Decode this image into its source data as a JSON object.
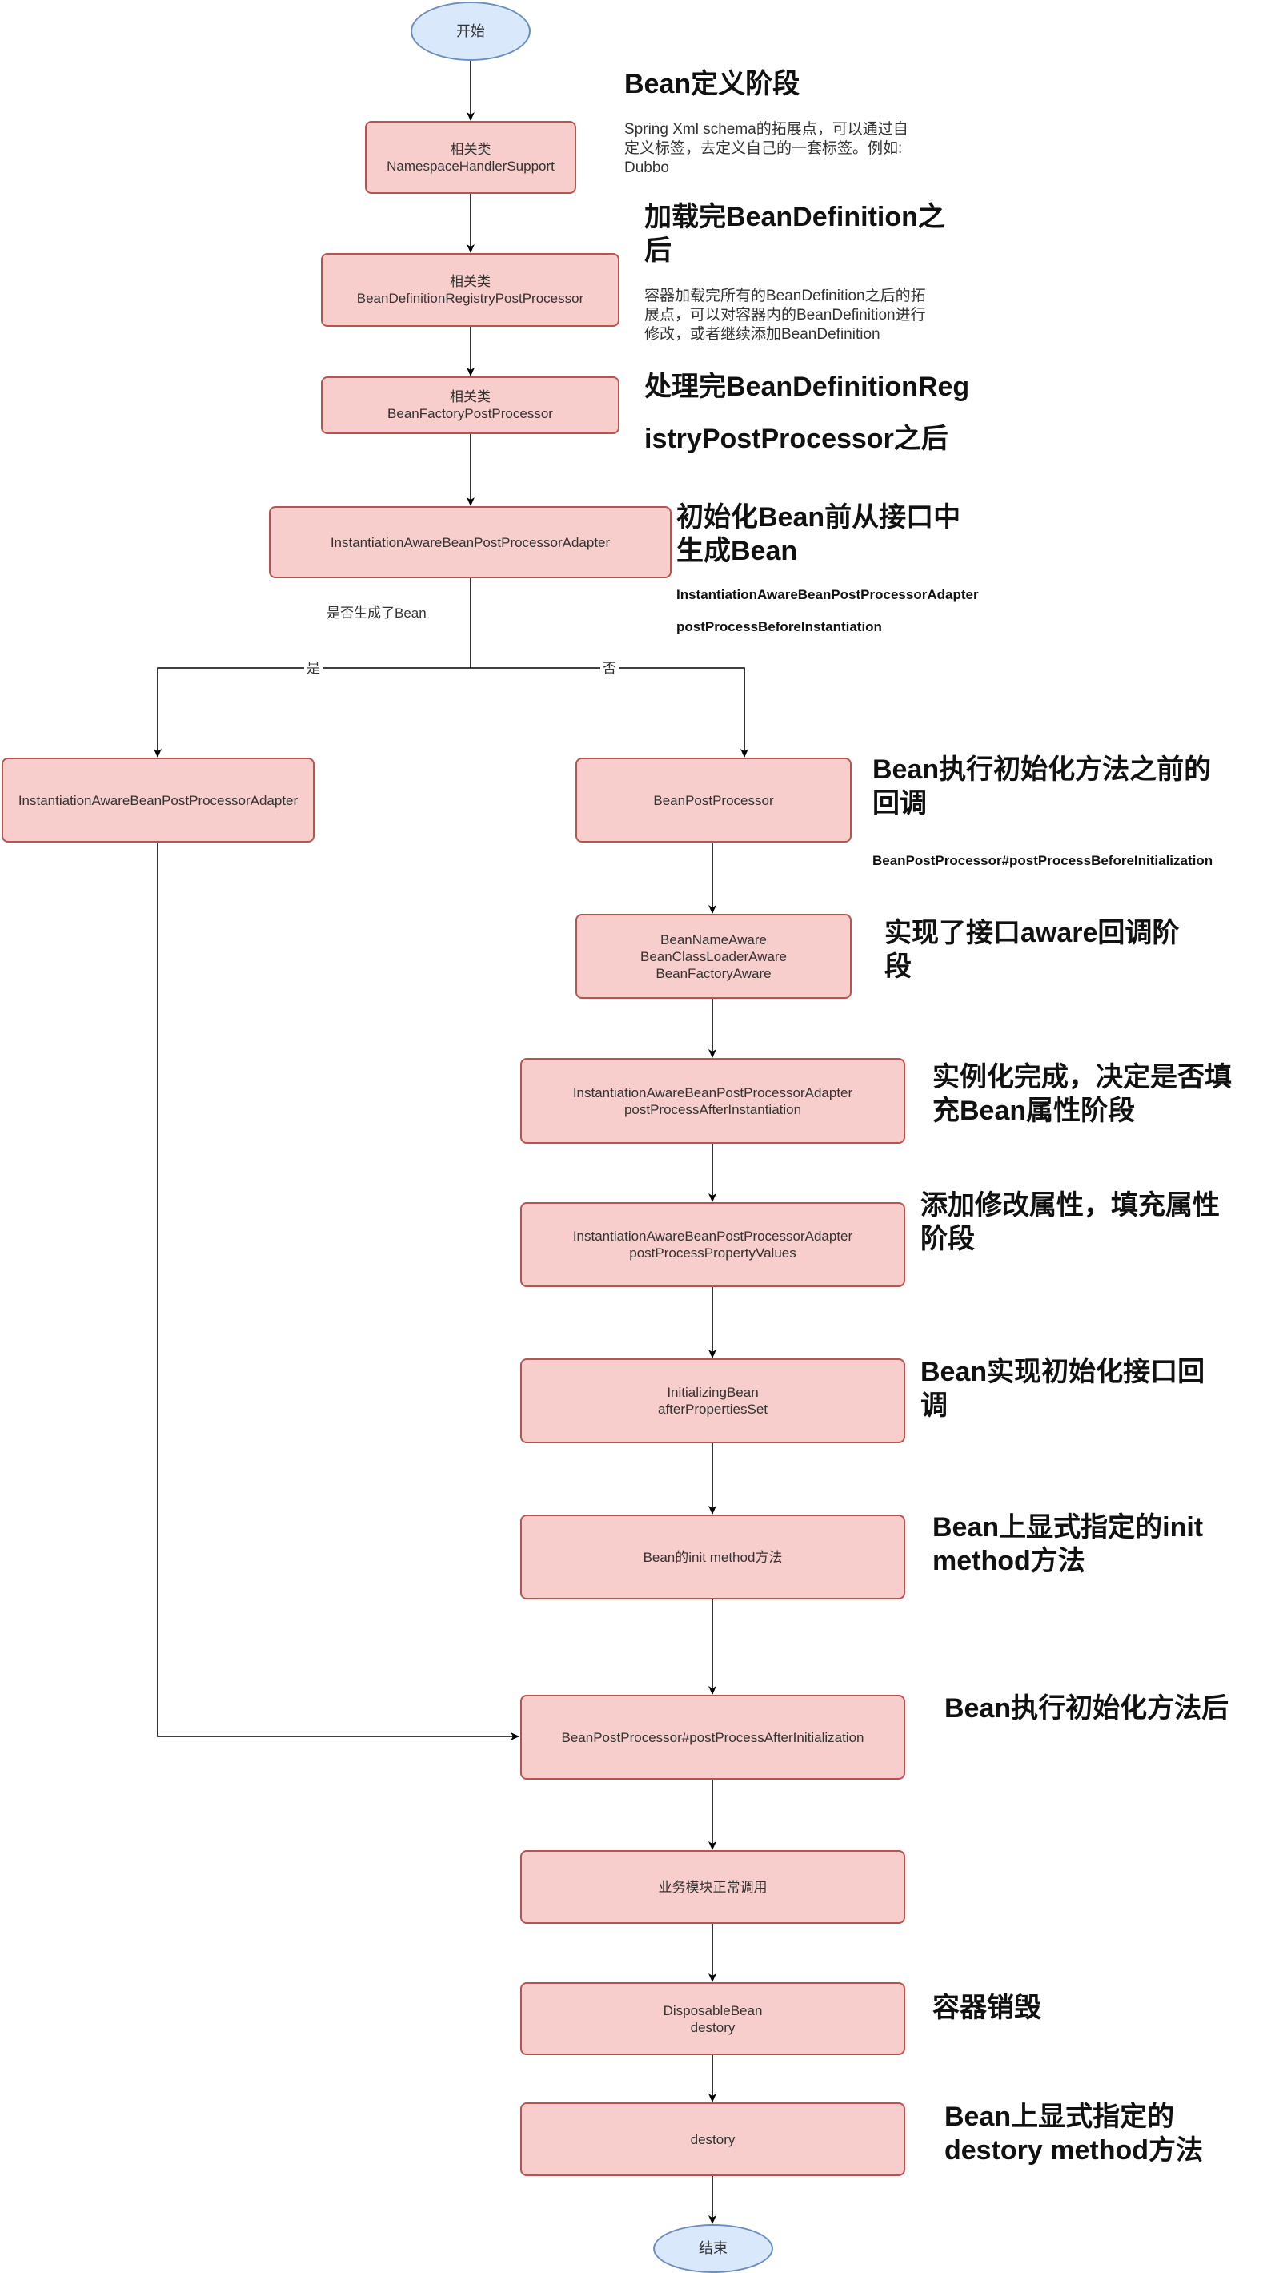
{
  "nodes": {
    "start": [
      "开始"
    ],
    "n1": [
      "相关类",
      "NamespaceHandlerSupport"
    ],
    "n2": [
      "相关类",
      "BeanDefinitionRegistryPostProcessor"
    ],
    "n3": [
      "相关类",
      "BeanFactoryPostProcessor"
    ],
    "n4": [
      "InstantiationAwareBeanPostProcessorAdapter"
    ],
    "n5_left": [
      "InstantiationAwareBeanPostProcessorAdapter"
    ],
    "n5_right": [
      "BeanPostProcessor"
    ],
    "n6": [
      "BeanNameAware",
      "BeanClassLoaderAware",
      "BeanFactoryAware"
    ],
    "n7": [
      "InstantiationAwareBeanPostProcessorAdapter",
      "postProcessAfterInstantiation"
    ],
    "n8": [
      "InstantiationAwareBeanPostProcessorAdapter",
      "postProcessPropertyValues"
    ],
    "n9": [
      "InitializingBean",
      "afterPropertiesSet"
    ],
    "n10": [
      "Bean的init method方法"
    ],
    "n11": [
      "BeanPostProcessor#postProcessAfterInitialization"
    ],
    "n12": [
      "业务模块正常调用"
    ],
    "n13": [
      "DisposableBean",
      "destory"
    ],
    "n14": [
      "destory"
    ],
    "end": [
      "结束"
    ]
  },
  "edge_labels": {
    "question": "是否生成了Bean",
    "yes": "是",
    "no": "否"
  },
  "annotations": {
    "a1": {
      "heading": [
        "Bean定义阶段"
      ],
      "desc": [
        "Spring Xml schema的拓展点，可以通过自",
        "定义标签，去定义自己的一套标签。例如:",
        "Dubbo"
      ]
    },
    "a2": {
      "heading": [
        "加载完BeanDefinition之",
        "后"
      ],
      "desc": [
        "容器加载完所有的BeanDefinition之后的拓",
        "展点，可以对容器内的BeanDefinition进行",
        "修改，或者继续添加BeanDefinition"
      ]
    },
    "a3": {
      "heading": [
        "处理完BeanDefinitionReg"
      ],
      "heading2": [
        "istryPostProcessor之后"
      ]
    },
    "a4": {
      "heading": [
        "初始化Bean前从接口中",
        "生成Bean"
      ],
      "sub1": "InstantiationAwareBeanPostProcessorAdapter",
      "sub2": "postProcessBeforeInstantiation"
    },
    "a5": {
      "heading": [
        "Bean执行初始化方法之前的",
        "回调"
      ],
      "sub1": "BeanPostProcessor#postProcessBeforeInitialization"
    },
    "a6": {
      "heading": [
        "实现了接口aware回调阶",
        "段"
      ]
    },
    "a7": {
      "heading": [
        "实例化完成，决定是否填",
        "充Bean属性阶段"
      ]
    },
    "a8": {
      "heading": [
        "添加修改属性，填充属性",
        "阶段"
      ]
    },
    "a9": {
      "heading": [
        "Bean实现初始化接口回",
        "调"
      ]
    },
    "a10": {
      "heading": [
        "Bean上显式指定的init",
        "method方法"
      ]
    },
    "a11": {
      "heading": [
        "Bean执行初始化方法后"
      ]
    },
    "a12": {
      "heading": [
        "容器销毁"
      ]
    },
    "a13": {
      "heading": [
        "Bean上显式指定的",
        "destory method方法"
      ]
    }
  }
}
